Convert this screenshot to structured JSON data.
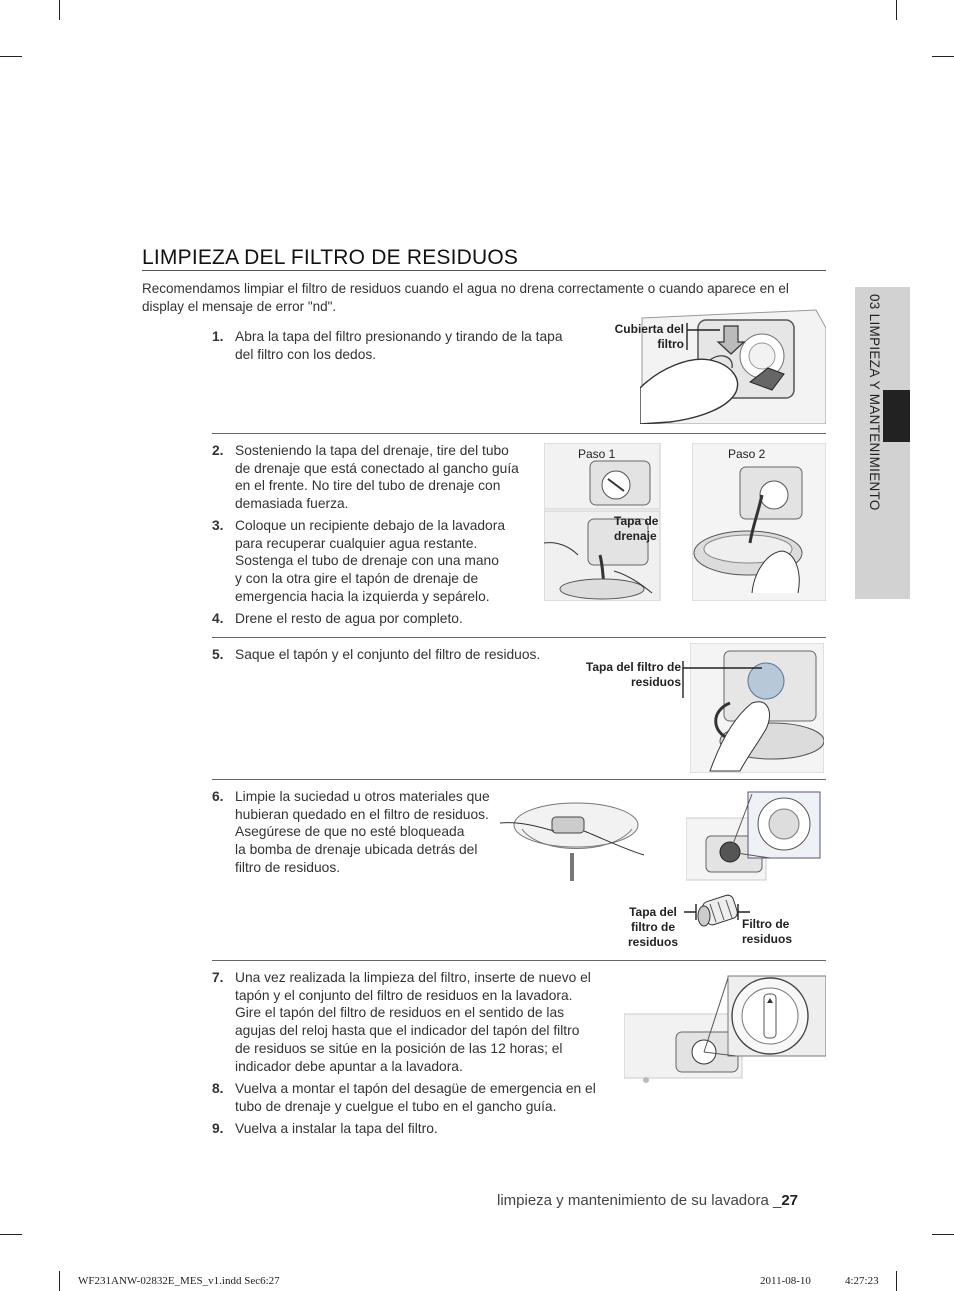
{
  "page": {
    "title": "LIMPIEZA DEL FILTRO DE RESIDUOS",
    "intro": "Recomendamos limpiar el filtro de residuos cuando el agua no drena correctamente o cuando aparece en el display el mensaje de error \"nd\"."
  },
  "steps": [
    {
      "num": "1.",
      "lines": [
        "Abra la tapa del filtro presionando y tirando de la tapa",
        "del filtro con los dedos."
      ]
    },
    {
      "num": "2.",
      "lines": [
        "Sosteniendo la tapa del drenaje, tire del tubo",
        "de drenaje que está conectado al gancho guía",
        "en el frente. No tire del tubo de drenaje con",
        "demasiada fuerza."
      ]
    },
    {
      "num": "3.",
      "lines": [
        "Coloque un recipiente debajo de la lavadora",
        "para recuperar cualquier agua restante.",
        "Sostenga el tubo de drenaje con una mano",
        "y con la otra gire el tapón de drenaje de",
        "emergencia hacia la izquierda y sepárelo."
      ]
    },
    {
      "num": "4.",
      "lines": [
        "Drene el resto de agua por completo."
      ]
    },
    {
      "num": "5.",
      "lines": [
        "Saque el tapón y el conjunto del filtro de residuos."
      ]
    },
    {
      "num": "6.",
      "lines": [
        "Limpie la suciedad u otros materiales que",
        "hubieran quedado en el filtro de residuos.",
        "Asegúrese de que no esté bloqueada",
        "la bomba de drenaje ubicada detrás del",
        "filtro de residuos."
      ]
    },
    {
      "num": "7.",
      "lines": [
        "Una vez realizada la limpieza del filtro, inserte de nuevo el",
        "tapón y el conjunto del filtro de residuos en la lavadora.",
        "Gire el tapón del filtro de residuos en el sentido de las",
        "agujas del reloj hasta que el indicador del tapón del filtro",
        "de residuos se sitúe en la posición de las 12 horas; el",
        "indicador debe apuntar a la lavadora."
      ]
    },
    {
      "num": "8.",
      "lines": [
        "Vuelva a montar el tapón del desagüe de emergencia en el",
        "tubo de drenaje y cuelgue el tubo en el gancho guía."
      ]
    },
    {
      "num": "9.",
      "lines": [
        "Vuelva a instalar la tapa del filtro."
      ]
    }
  ],
  "labels": {
    "cubierta": [
      "Cubierta del",
      "filtro"
    ],
    "paso1": "Paso 1",
    "paso2": "Paso 2",
    "tapa_drenaje": [
      "Tapa de",
      "drenaje"
    ],
    "tapa_filtro_5": [
      "Tapa del filtro de",
      "residuos"
    ],
    "tapa_filtro_6": [
      "Tapa del",
      "filtro de",
      "residuos"
    ],
    "filtro_residuos": [
      "Filtro de",
      "residuos"
    ]
  },
  "side_tab": "03 LIMPIEZA Y MANTENIMIENTO",
  "footer": {
    "text": "limpieza y mantenimiento de su lavadora _",
    "page": "27"
  },
  "slug": {
    "file": "WF231ANW-02832E_MES_v1.indd   Sec6:27",
    "date": "2011-08-10",
    "time": "4:27:23"
  }
}
